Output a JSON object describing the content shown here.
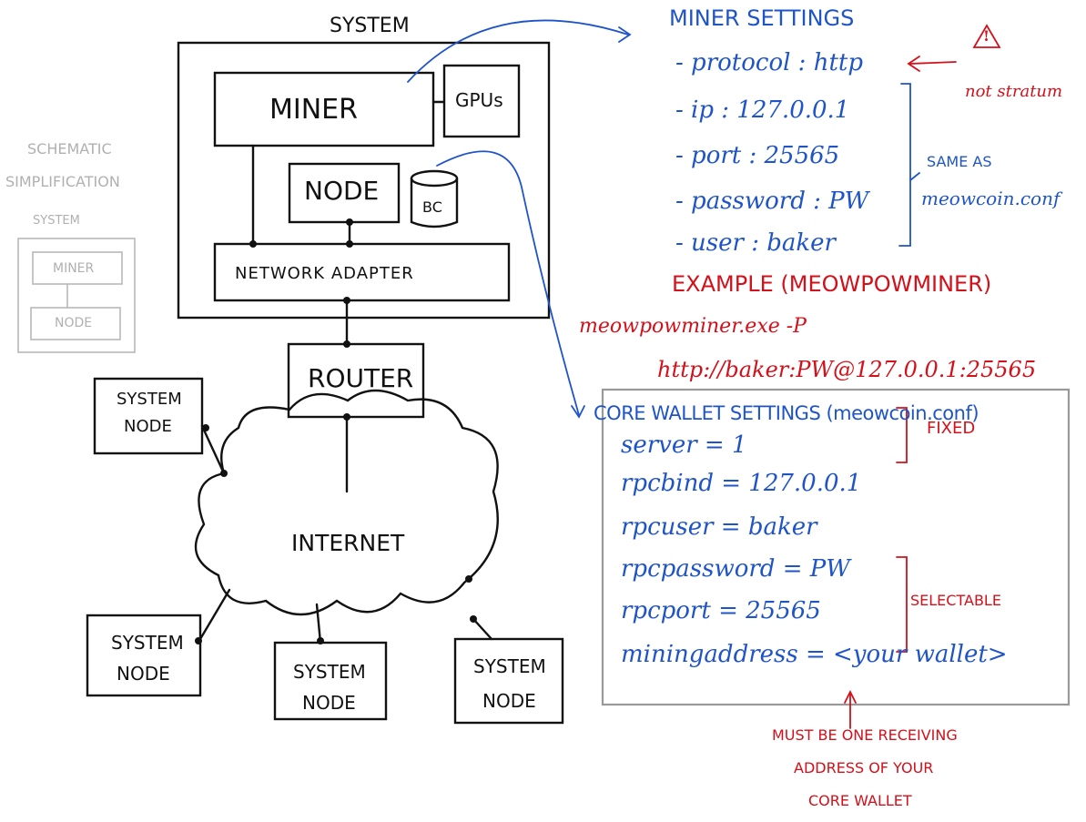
{
  "system_title": "SYSTEM",
  "boxes": {
    "miner": "MINER",
    "gpus": "GPUs",
    "node": "NODE",
    "bc": "BC",
    "network_adapter": "NETWORK ADAPTER",
    "router": "ROUTER",
    "internet": "INTERNET"
  },
  "peer_nodes": [
    {
      "line1": "SYSTEM",
      "line2": "NODE"
    },
    {
      "line1": "SYSTEM",
      "line2": "NODE"
    },
    {
      "line1": "SYSTEM",
      "line2": "NODE"
    },
    {
      "line1": "SYSTEM",
      "line2": "NODE"
    }
  ],
  "schematic": {
    "line1": "SCHEMATIC",
    "line2": "SIMPLIFICATION",
    "system": "SYSTEM",
    "miner": "MINER",
    "node": "NODE"
  },
  "miner_settings": {
    "title": "MINER SETTINGS",
    "items": [
      "- protocol : http",
      "- ip : 127.0.0.1",
      "- port : 25565",
      "- password : PW",
      "- user : baker"
    ],
    "warning_note": "not stratum",
    "same_as_line1": "SAME AS",
    "same_as_line2": "meowcoin.conf"
  },
  "example": {
    "title": "EXAMPLE (MEOWPOWMINER)",
    "command": "meowpowminer.exe -P",
    "url": "http://baker:PW@127.0.0.1:25565"
  },
  "core_wallet": {
    "title": "CORE WALLET SETTINGS (meowcoin.conf)",
    "lines": [
      "server = 1",
      "rpcbind = 127.0.0.1",
      "rpcuser = baker",
      "rpcpassword = PW",
      "rpcport = 25565",
      "miningaddress = <your wallet>"
    ],
    "fixed_label": "FIXED",
    "selectable_label": "SELECTABLE",
    "note_line1": "MUST BE ONE RECEIVING",
    "note_line2": "ADDRESS OF YOUR",
    "note_line3": "CORE WALLET"
  },
  "colors": {
    "ink": "#111111",
    "blue": "#1f54c8",
    "red": "#d4101a",
    "gray": "#b0b0b0"
  }
}
